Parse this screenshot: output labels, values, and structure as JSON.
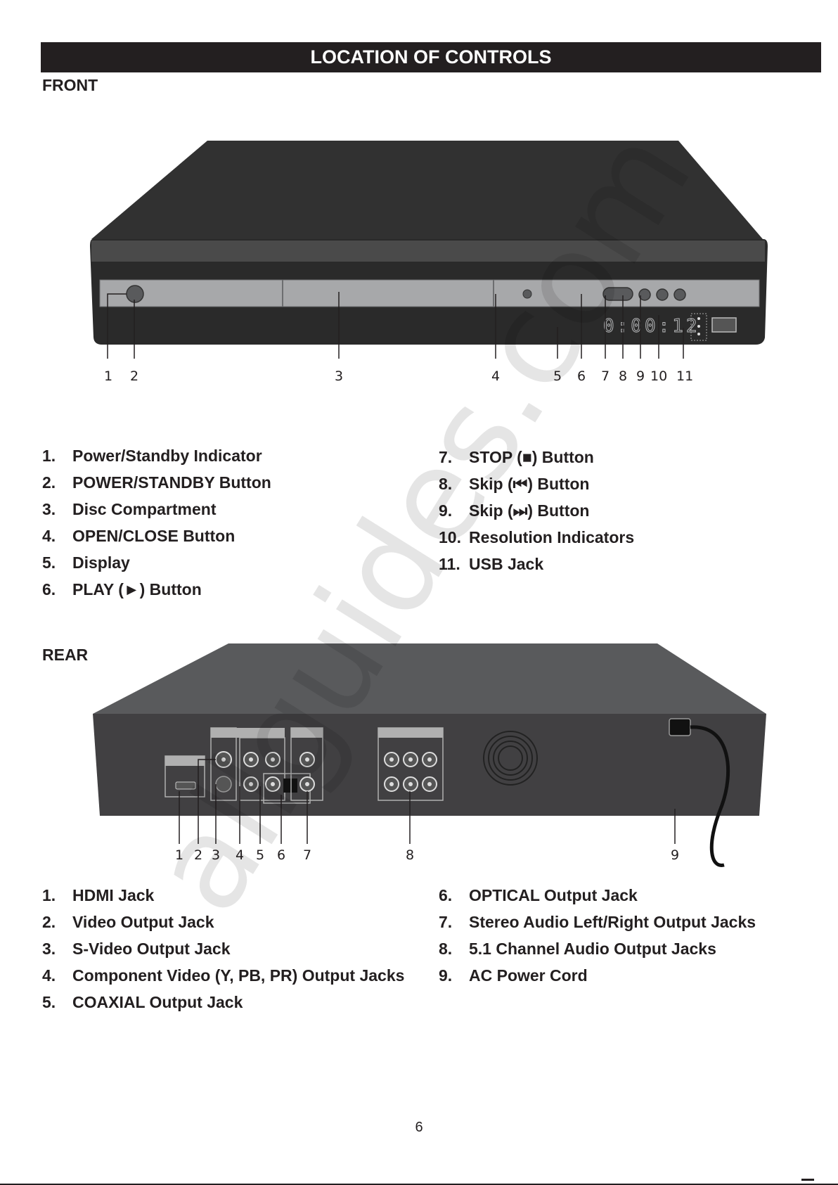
{
  "page_title": "LOCATION OF CONTROLS",
  "front": {
    "heading": "FRONT",
    "display_readout": "0:00:12",
    "callouts": [
      "1",
      "2",
      "3",
      "4",
      "5",
      "6",
      "7",
      "8",
      "9",
      "10",
      "11"
    ],
    "items_left": [
      {
        "num": "1.",
        "label": "Power/Standby Indicator"
      },
      {
        "num": "2.",
        "label": "POWER/STANDBY Button"
      },
      {
        "num": "3.",
        "label": "Disc Compartment"
      },
      {
        "num": "4.",
        "label": "OPEN/CLOSE Button"
      },
      {
        "num": "5.",
        "label": "Display"
      },
      {
        "num": "6.",
        "label": "PLAY (►) Button"
      }
    ],
    "items_right": [
      {
        "num": "7.",
        "label": "STOP (■) Button"
      },
      {
        "num": "8.",
        "label": "Skip (⏮) Button"
      },
      {
        "num": "9.",
        "label": "Skip (⏭) Button"
      },
      {
        "num": "10.",
        "label": "Resolution Indicators"
      },
      {
        "num": "11.",
        "label": "USB Jack"
      }
    ]
  },
  "rear": {
    "heading": "REAR",
    "callouts": [
      "1",
      "2",
      "3",
      "4",
      "5",
      "6",
      "7",
      "8",
      "9"
    ],
    "items_left": [
      {
        "num": "1.",
        "label": "HDMI Jack"
      },
      {
        "num": "2.",
        "label": "Video Output Jack"
      },
      {
        "num": "3.",
        "label": "S-Video Output Jack"
      },
      {
        "num": "4.",
        "label": "Component Video (Y, PB, PR) Output Jacks"
      },
      {
        "num": "5.",
        "label": "COAXIAL Output Jack"
      }
    ],
    "items_right": [
      {
        "num": "6.",
        "label": "OPTICAL Output Jack"
      },
      {
        "num": "7.",
        "label": "Stereo Audio Left/Right Output Jacks"
      },
      {
        "num": "8.",
        "label": "5.1 Channel Audio Output Jacks"
      },
      {
        "num": "9.",
        "label": "AC Power Cord"
      }
    ]
  },
  "page_number": "6",
  "watermark": "allguides.com"
}
